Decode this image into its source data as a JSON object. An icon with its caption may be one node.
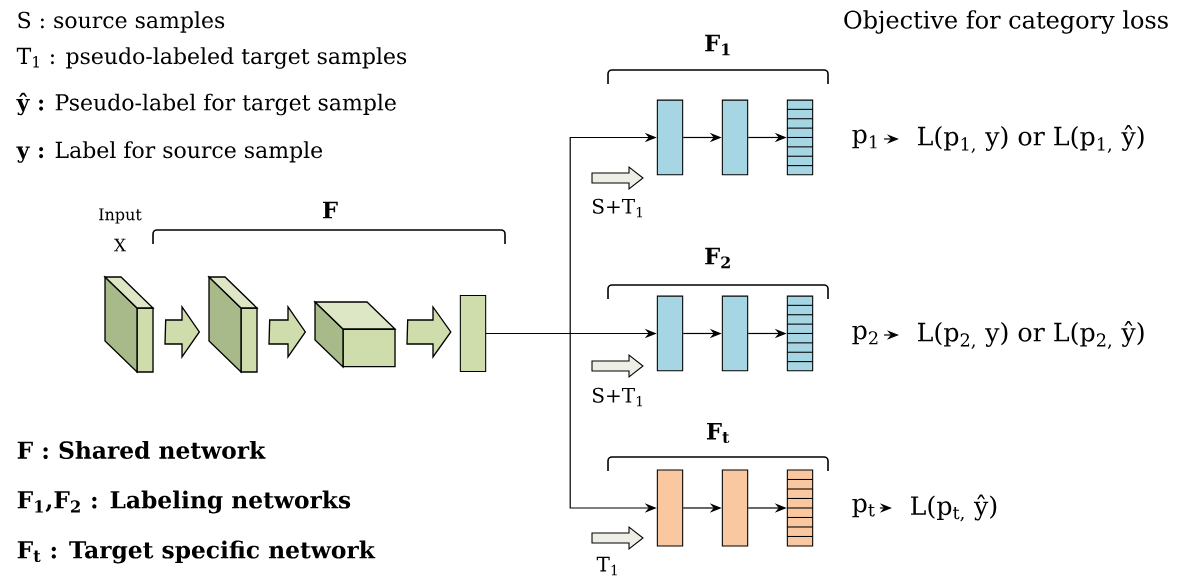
{
  "diagram": {
    "nodes": [
      {
        "text": [],
        "shape": "box"
      },
      {
        "text": [],
        "shape": "box"
      },
      {
        "text": [],
        "shape": "box"
      },
      {
        "text": [],
        "shape": "bar"
      },
      {
        "text": [],
        "shape": "bar"
      },
      {
        "text": [],
        "shape": "bar"
      },
      {
        "text": [],
        "shape": "bar"
      },
      {
        "text": [
          "p$_{1}$"
        ]
      },
      {
        "text": [
          "L(p$_{1,}$ y) or L(p$_{1,}$ ŷ)"
        ]
      },
      {
        "text": [],
        "shape": "bar"
      },
      {
        "text": [],
        "shape": "bar"
      },
      {
        "text": [],
        "shape": "bar"
      },
      {
        "text": [
          "p$_{2}$"
        ]
      },
      {
        "text": [
          "L(p$_{2,}$ y) or L(p$_{2,}$ ŷ)"
        ]
      },
      {
        "text": [],
        "shape": "bar"
      },
      {
        "text": [],
        "shape": "bar"
      },
      {
        "text": [],
        "shape": "bar"
      },
      {
        "text": [
          "p$_{t}$"
        ]
      },
      {
        "text": [
          "L(p$_{t,}$ ŷ)"
        ]
      }
    ],
    "edges": [
      {
        "from": 0,
        "to": 1,
        "arrow": "to",
        "style": "thick"
      },
      {
        "from": 1,
        "to": 2,
        "arrow": "to",
        "style": "thick"
      },
      {
        "from": 2,
        "to": 3,
        "arrow": "to",
        "style": "thick"
      },
      {
        "from": 3,
        "to": 4,
        "arrow": "to"
      },
      {
        "from": 3,
        "to": 9,
        "arrow": "to"
      },
      {
        "from": 3,
        "to": 14,
        "arrow": "to"
      },
      {
        "from": 4,
        "to": 5,
        "arrow": "to"
      },
      {
        "from": 5,
        "to": 6,
        "arrow": "to"
      },
      {
        "from": 7,
        "to": 8,
        "arrow": "to"
      },
      {
        "from": 9,
        "to": 10,
        "arrow": "to"
      },
      {
        "from": 10,
        "to": 11,
        "arrow": "to"
      },
      {
        "from": 12,
        "to": 13,
        "arrow": "to"
      },
      {
        "from": 14,
        "to": 15,
        "arrow": "to"
      },
      {
        "from": 15,
        "to": 16,
        "arrow": "to"
      },
      {
        "from": 17,
        "to": 18,
        "arrow": "to"
      }
    ],
    "labels": [
      "S : source samples",
      "T$_{1}$ : pseudo-labeled target samples",
      "**ŷ :** Pseudo-label for target sample",
      "**y :** Label for source sample",
      "Objective for category loss",
      "F$_{1}$",
      "Input",
      "X",
      "F",
      "S+T$_{1}$",
      "F$_{2}$",
      "S+T$_{1}$",
      "F$_{t}$",
      "T$_{1}$",
      "F : Shared network",
      "F$_{1}$,F$_{2}$ : Labeling networks",
      "F$_{t}$ : Target specific network"
    ]
  }
}
